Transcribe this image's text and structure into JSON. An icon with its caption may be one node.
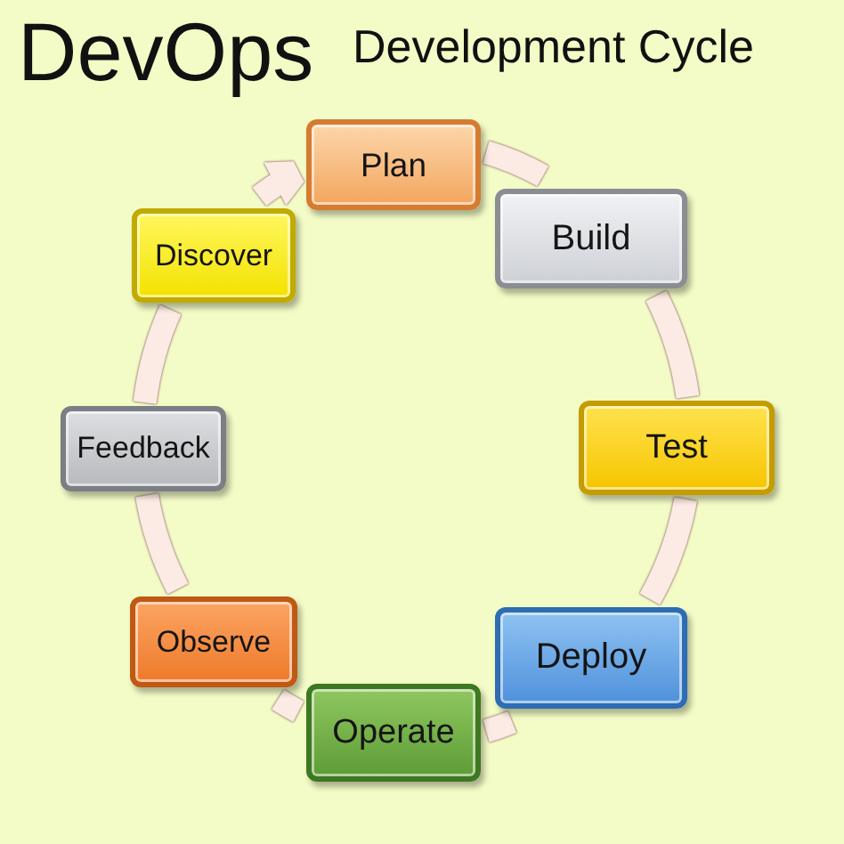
{
  "diagram": {
    "title": "DevOps",
    "nodes": [
      {
        "text": [
          "Plan"
        ]
      },
      {
        "text": [
          "Build"
        ]
      },
      {
        "text": [
          "Test"
        ]
      },
      {
        "text": [
          "Deploy"
        ]
      },
      {
        "text": [
          "Operate"
        ]
      },
      {
        "text": [
          "Observe"
        ]
      },
      {
        "text": [
          "Feedback"
        ]
      },
      {
        "text": [
          "Discover"
        ]
      }
    ],
    "edges": [
      {
        "from": 0,
        "to": 1,
        "arrow": "none"
      },
      {
        "from": 1,
        "to": 2,
        "arrow": "none"
      },
      {
        "from": 2,
        "to": 3,
        "arrow": "none"
      },
      {
        "from": 3,
        "to": 4,
        "arrow": "none"
      },
      {
        "from": 4,
        "to": 5,
        "arrow": "none"
      },
      {
        "from": 5,
        "to": 6,
        "arrow": "none"
      },
      {
        "from": 6,
        "to": 7,
        "arrow": "none"
      },
      {
        "from": 7,
        "to": 0,
        "arrow": "to"
      }
    ],
    "labels": [
      "Development Cycle"
    ]
  }
}
